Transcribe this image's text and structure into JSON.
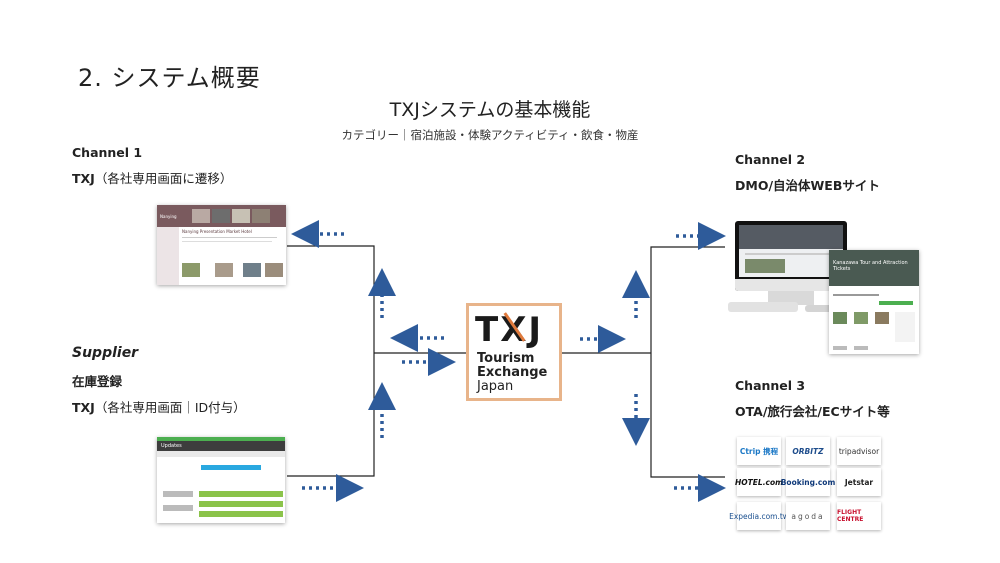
{
  "section_title": "2.  システム概要",
  "main_title": "TXJシステムの基本機能",
  "subtitle": "カテゴリー｜宿泊施設・体験アクティビティ・飲食・物産",
  "channel1": {
    "heading": "Channel 1",
    "desc_bold": "TXJ",
    "desc": "（各社専用画面に遷移）"
  },
  "channel2": {
    "heading": "Channel 2",
    "desc": "DMO/自治体WEBサイト"
  },
  "channel3": {
    "heading": "Channel 3",
    "desc": "OTA/旅行会社/ECサイト等"
  },
  "supplier": {
    "heading": "Supplier",
    "line1": "在庫登録",
    "desc_bold": "TXJ",
    "desc": "（各社専用画面｜ID付与）"
  },
  "logo": {
    "letters": "TXJ",
    "line1": "Tourism",
    "line2": "Exchange",
    "line3": "Japan",
    "border_color": "#e8b48a",
    "accent": "#e07a3c"
  },
  "channel1_screen": {
    "title": "Nanying Presentation Market Hotel"
  },
  "supplier_screen": {
    "title": "Updates"
  },
  "channel2_screen": {
    "title": "Kanazawa Tour and Attraction Tickets"
  },
  "ota_logos": [
    "Ctrip 携程",
    "ORBITZ",
    "tripadvisor",
    "HOTEL.com",
    "Booking.com",
    "Jetstar",
    "Expedia.com.tw",
    "agoda",
    "FLIGHT CENTRE"
  ],
  "colors": {
    "arrow": "#2e5b9a",
    "line": "#222222"
  }
}
